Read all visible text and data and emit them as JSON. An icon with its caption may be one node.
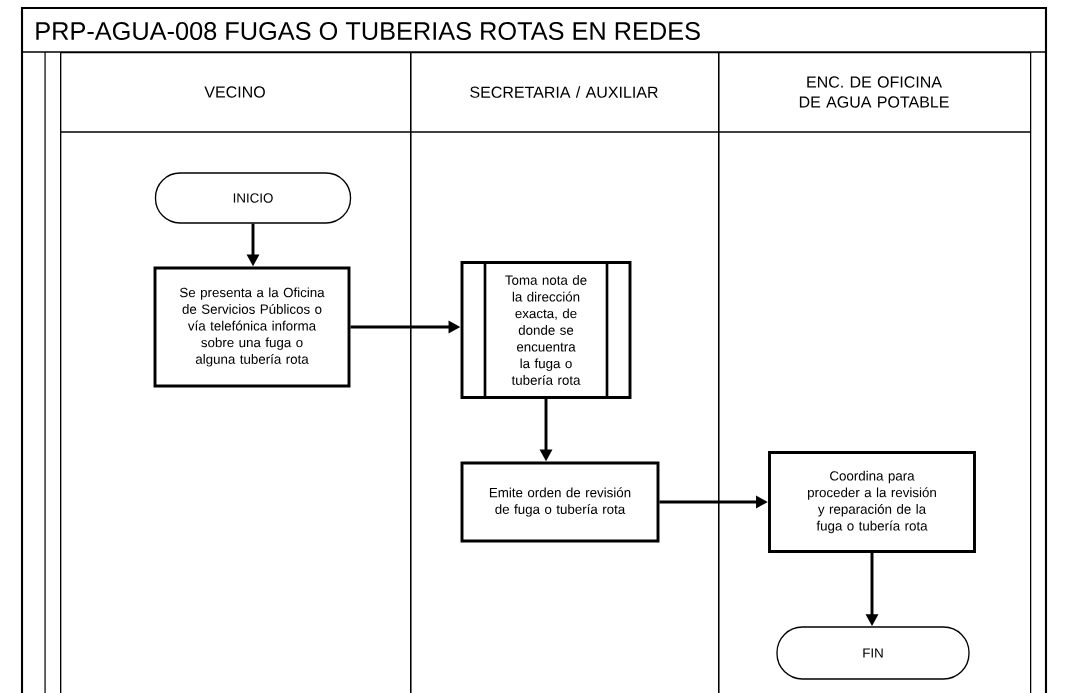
{
  "diagram": {
    "title": "PRP-AGUA-008 FUGAS O TUBERIAS ROTAS EN REDES",
    "nodes": [
      {
        "text": [
          "VECINO"
        ]
      },
      {
        "text": [
          "SECRETARIA / AUXILIAR"
        ]
      },
      {
        "text": [
          "ENC. DE OFICINA DE AGUA POTABLE"
        ]
      },
      {
        "text": [
          "INICIO"
        ],
        "in": 0
      },
      {
        "text": [
          "Se presenta a la Oficina de Servicios Públicos o vía telefónica informa sobre una fuga o alguna tubería rota"
        ],
        "in": 0
      },
      {
        "text": [
          "Toma nota de la dirección exacta, de donde se encuentra la fuga o tubería rota"
        ],
        "in": 1
      },
      {
        "text": [
          "Emite orden de revisión de fuga o tubería rota"
        ],
        "in": 1
      },
      {
        "text": [
          "Coordina para proceder a la revisión y reparación de la fuga o tubería rota"
        ],
        "in": 2
      },
      {
        "text": [
          "FIN"
        ],
        "in": 2
      }
    ],
    "edges": [
      {
        "from": 3,
        "to": 4,
        "arrow": "to"
      },
      {
        "from": 4,
        "to": 5,
        "arrow": "to"
      },
      {
        "from": 5,
        "to": 6,
        "arrow": "to"
      },
      {
        "from": 6,
        "to": 7,
        "arrow": "to"
      },
      {
        "from": 7,
        "to": 8,
        "arrow": "to"
      }
    ]
  }
}
